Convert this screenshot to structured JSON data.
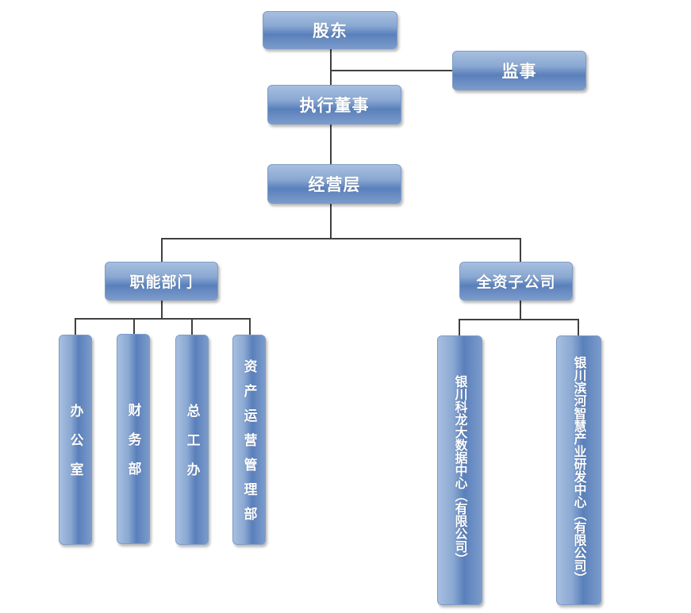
{
  "org": {
    "shareholders": "股东",
    "supervisor": "监事",
    "executive_director": "执行董事",
    "management": "经营层",
    "functional_depts": "职能部门",
    "subsidiaries": "全资子公司",
    "dept_office": "办公室",
    "dept_finance": "财务部",
    "dept_chief_engineer": "总工办",
    "dept_asset_ops": "资产运营管理部",
    "sub_1": "银川科龙大数据中心（有限公司）",
    "sub_2": "银川滨河智慧产业研发中心（有限公司）"
  },
  "colors": {
    "box_fill_light": "#a7bfe0",
    "box_fill_dark": "#5a80bb",
    "connector": "#404040"
  }
}
